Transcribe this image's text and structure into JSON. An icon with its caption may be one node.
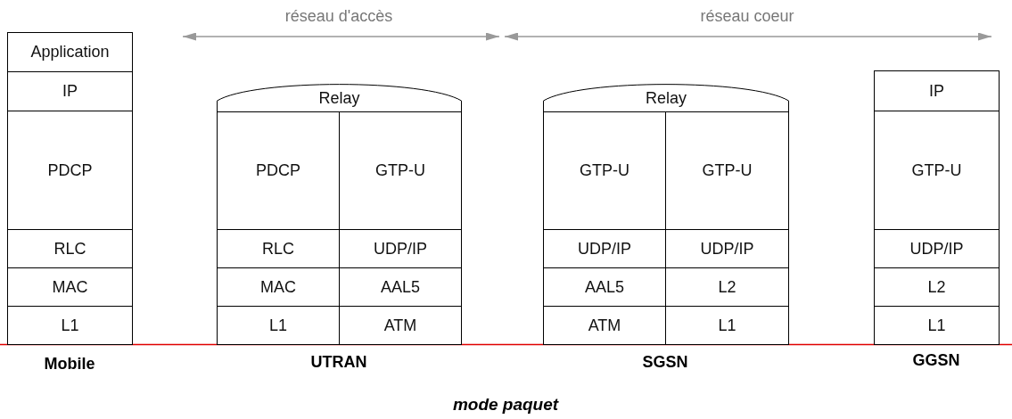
{
  "diagram": {
    "caption": "mode paquet",
    "nodes": [
      {
        "text": [
          "Application"
        ]
      },
      {
        "text": [
          "IP"
        ]
      },
      {
        "text": [
          "PDCP"
        ]
      },
      {
        "text": [
          "RLC"
        ]
      },
      {
        "text": [
          "MAC"
        ]
      },
      {
        "text": [
          "L1"
        ]
      },
      {
        "text": [
          "Relay"
        ]
      },
      {
        "text": [
          "PDCP"
        ]
      },
      {
        "text": [
          "GTP-U"
        ]
      },
      {
        "text": [
          "RLC"
        ]
      },
      {
        "text": [
          "UDP/IP"
        ]
      },
      {
        "text": [
          "MAC"
        ]
      },
      {
        "text": [
          "AAL5"
        ]
      },
      {
        "text": [
          "L1"
        ]
      },
      {
        "text": [
          "ATM"
        ]
      },
      {
        "text": [
          "Relay"
        ]
      },
      {
        "text": [
          "GTP-U"
        ]
      },
      {
        "text": [
          "GTP-U"
        ]
      },
      {
        "text": [
          "UDP/IP"
        ]
      },
      {
        "text": [
          "UDP/IP"
        ]
      },
      {
        "text": [
          "AAL5"
        ]
      },
      {
        "text": [
          "L2"
        ]
      },
      {
        "text": [
          "ATM"
        ]
      },
      {
        "text": [
          "L1"
        ]
      },
      {
        "text": [
          "IP"
        ]
      },
      {
        "text": [
          "GTP-U"
        ]
      },
      {
        "text": [
          "UDP/IP"
        ]
      },
      {
        "text": [
          "L2"
        ]
      },
      {
        "text": [
          "L1"
        ]
      }
    ],
    "labels": [
      "réseau d'accès",
      "réseau coeur",
      "Mobile",
      "UTRAN",
      "SGSN",
      "GGSN"
    ]
  }
}
